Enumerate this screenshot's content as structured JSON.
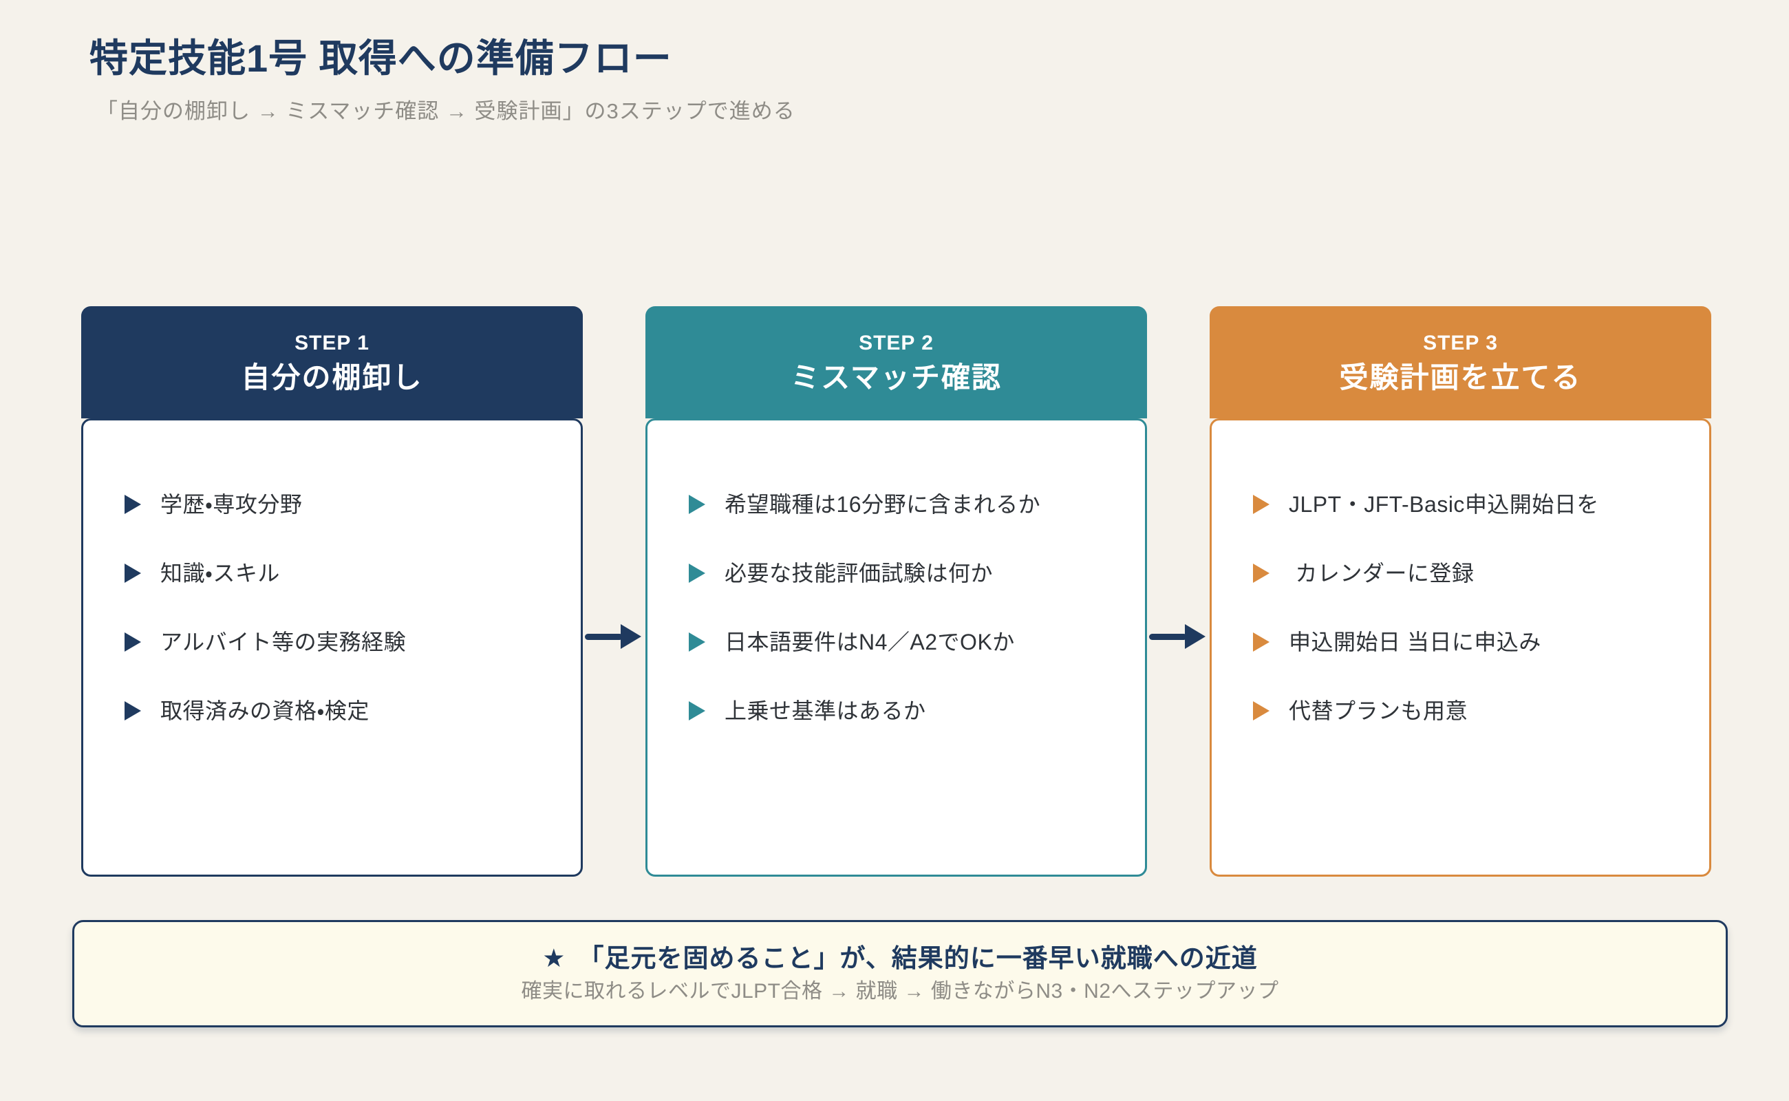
{
  "page": {
    "title": "特定技能1号 取得への準備フロー",
    "subtitle": "「自分の棚卸し → ミスマッチ確認 → 受験計画」の3ステップで進める"
  },
  "colors": {
    "background": "#f5f2eb",
    "navy": "#1f3a5f",
    "teal": "#2f8b96",
    "orange": "#d98a3e",
    "note_background": "#fdfaeb",
    "body_text": "#2f3338",
    "muted_text": "#8e8c86"
  },
  "icons": {
    "bullet": "triangle-right-icon",
    "flow_connector": "arrow-right-icon",
    "note_marker": "star-icon"
  },
  "steps": [
    {
      "label": "STEP 1",
      "title": "自分の棚卸し",
      "color": "#1f3a5f",
      "items": [
        {
          "text": "学歴・専攻分野"
        },
        {
          "text": "知識・スキル"
        },
        {
          "text": "アルバイト等の実務経験"
        },
        {
          "text": "取得済みの資格・検定"
        }
      ]
    },
    {
      "label": "STEP 2",
      "title": "ミスマッチ確認",
      "color": "#2f8b96",
      "items": [
        {
          "text": "希望職種は16分野に含まれるか"
        },
        {
          "text": "必要な技能評価試験は何か"
        },
        {
          "text": "日本語要件はN4／A2でOKか"
        },
        {
          "text": "上乗せ基準はあるか"
        }
      ]
    },
    {
      "label": "STEP 3",
      "title": "受験計画を立てる",
      "color": "#d98a3e",
      "items": [
        {
          "text": "JLPT・JFT-Basic申込開始日を"
        },
        {
          "text": " カレンダーに登録"
        },
        {
          "text": "申込開始日 当日に申込み"
        },
        {
          "text": "代替プランも用意"
        }
      ]
    }
  ],
  "note": {
    "star": "★",
    "title": "「足元を固めること」が、結果的に一番早い就職への近道",
    "subtitle": "確実に取れるレベルでJLPT合格 → 就職 → 働きながらN3・N2へステップアップ"
  }
}
